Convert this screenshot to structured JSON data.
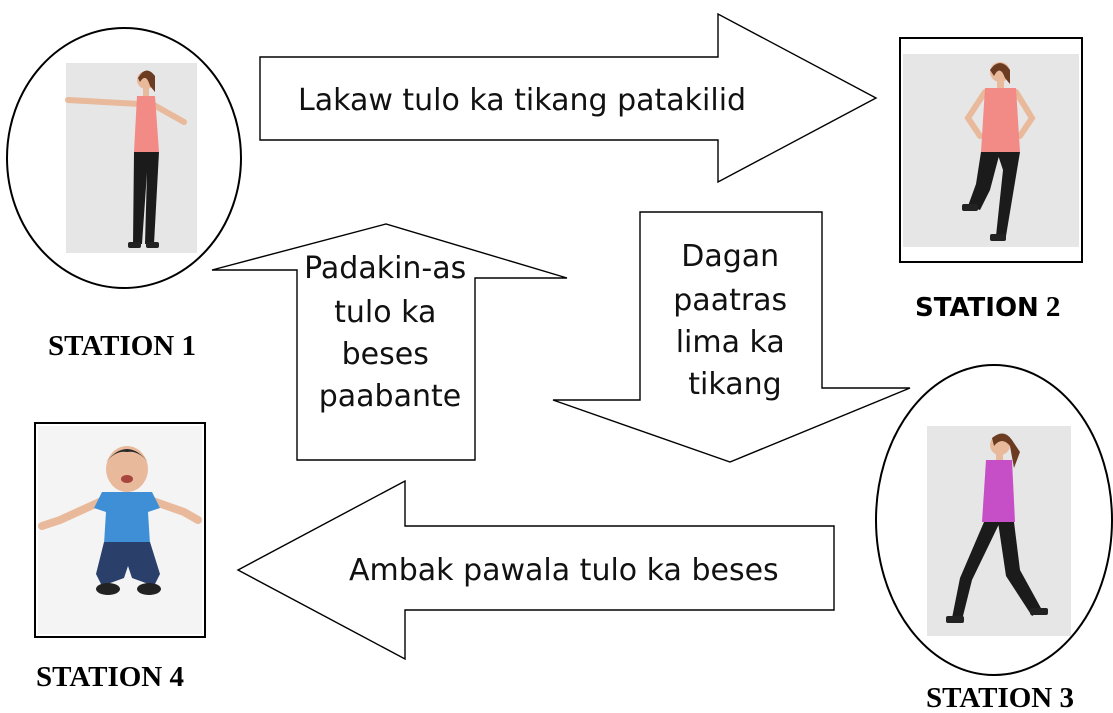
{
  "stations": [
    {
      "label": "STATION 1"
    },
    {
      "label_word": "STATION",
      "label_number": "2"
    },
    {
      "label": "STATION 3"
    },
    {
      "label": "STATION 4"
    }
  ],
  "arrows": {
    "station1_to_2": {
      "text": "Lakaw tulo ka tikang patakilid"
    },
    "station2_to_3": {
      "lines": [
        "Dagan",
        "paatras",
        "lima ka",
        "tikang"
      ]
    },
    "station3_to_4": {
      "text": "Ambak pawala tulo ka beses"
    },
    "station4_to_1": {
      "lines": [
        "Padakin-as",
        "tulo ka",
        "beses",
        "paabante"
      ]
    }
  },
  "illustrations": {
    "station1": "woman-arms-out-icon",
    "station2": "woman-hands-on-hips-leg-raised-icon",
    "station3": "woman-walking-sideways-icon",
    "station4": "boy-jumping-icon"
  },
  "colors": {
    "shirt_coral": "#f28a85",
    "top_magenta": "#c64fc8",
    "pants_black": "#1b1b1b",
    "boy_shirt_blue": "#3f8fd6",
    "boy_jeans": "#2b3f6b",
    "skin": "#e9b99b"
  }
}
